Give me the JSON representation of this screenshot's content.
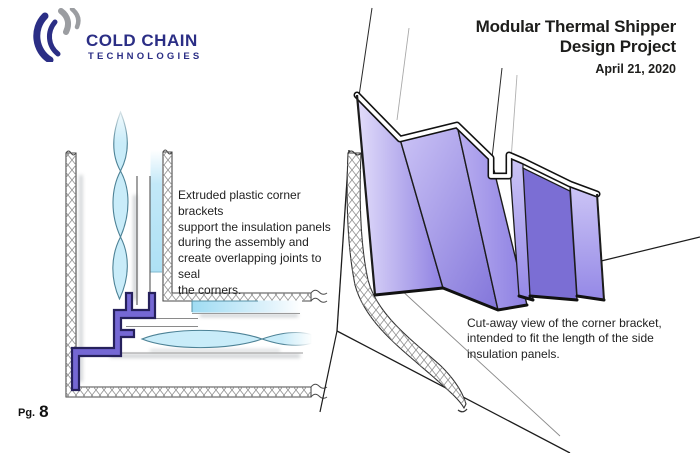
{
  "page": {
    "page_label": "Pg.",
    "page_number": "8",
    "background": "#ffffff"
  },
  "logo": {
    "name": "COLD CHAIN",
    "subtitle": "TECHNOLOGIES",
    "navy": "#2b2e85",
    "gray": "#9b9da1"
  },
  "header": {
    "title_line1": "Modular Thermal Shipper",
    "title_line2": "Design Project",
    "date": "April 21, 2020"
  },
  "annotations": {
    "left_lines": [
      "Extruded plastic corner brackets",
      "support the insulation panels",
      "during the assembly and",
      "create overlapping joints to seal",
      "the corners."
    ],
    "right_lines": [
      "Cut-away view of the corner bracket,",
      "intended to fit the length of the side",
      "insulation panels."
    ]
  },
  "figures": {
    "left_diagram": "2D cross-section of corner assembly with extruded plastic bracket",
    "right_diagram": "3D cut-away view of extruded corner bracket",
    "bracket_purple_2d": "#7568d4",
    "bracket_purple_3d_light": "#ddd7f9",
    "bracket_purple_3d_dark": "#8275da",
    "insulation_blue": "#c9ecf9",
    "insulation_line": "#4d8296",
    "outline": "#1d1d1b"
  }
}
